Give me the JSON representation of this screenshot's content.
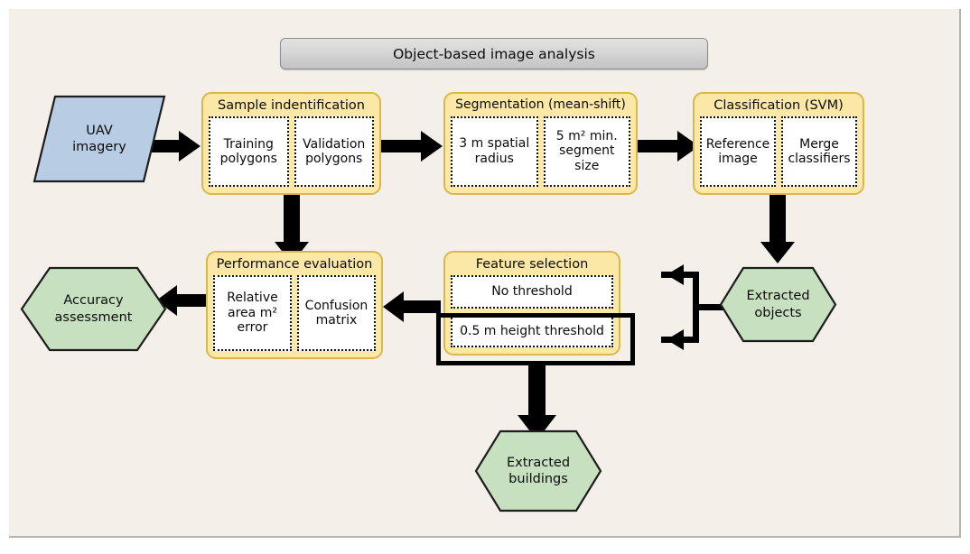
{
  "diagram": {
    "title": "Object-based image analysis",
    "background_color": "#f4efe9",
    "group_fill": "#fce8a6",
    "group_border": "#d9b84a",
    "source_fill": "#b8cce4",
    "output_fill": "#c7e0c0",
    "highlight_color": "#000000"
  },
  "nodes": {
    "uav": {
      "label": "UAV\nimagery",
      "shape": "parallelogram"
    },
    "sample": {
      "title": "Sample indentification",
      "items": [
        "Training\npolygons",
        "Validation\npolygons"
      ]
    },
    "segmentation": {
      "title": "Segmentation (mean-shift)",
      "items": [
        "3 m spatial\nradius",
        "5 m² min.\nsegment\nsize"
      ]
    },
    "classification": {
      "title": "Classification (SVM)",
      "items": [
        "Reference\nimage",
        "Merge\nclassifiers"
      ]
    },
    "performance": {
      "title": "Performance evaluation",
      "items": [
        "Relative\narea m²\nerror",
        "Confusion\nmatrix"
      ]
    },
    "feature": {
      "title": "Feature selection",
      "items": [
        "No threshold",
        "0.5 m height threshold"
      ]
    },
    "accuracy": {
      "label": "Accuracy\nassessment",
      "shape": "hexagon"
    },
    "extracted_objects": {
      "label": "Extracted\nobjects",
      "shape": "hexagon"
    },
    "extracted_buildings": {
      "label": "Extracted\nbuildings",
      "shape": "hexagon"
    }
  },
  "connectors": [
    {
      "name": "uav-to-sample",
      "direction": "right"
    },
    {
      "name": "sample-to-segmentation",
      "direction": "right"
    },
    {
      "name": "segmentation-to-classification",
      "direction": "right"
    },
    {
      "name": "sample-to-performance",
      "direction": "down"
    },
    {
      "name": "classification-to-extracted-objects",
      "direction": "down"
    },
    {
      "name": "extracted-objects-branch",
      "direction": "left-split"
    },
    {
      "name": "feature-to-performance",
      "direction": "left"
    },
    {
      "name": "performance-to-accuracy",
      "direction": "left"
    },
    {
      "name": "feature-to-extracted-buildings",
      "direction": "down"
    }
  ]
}
